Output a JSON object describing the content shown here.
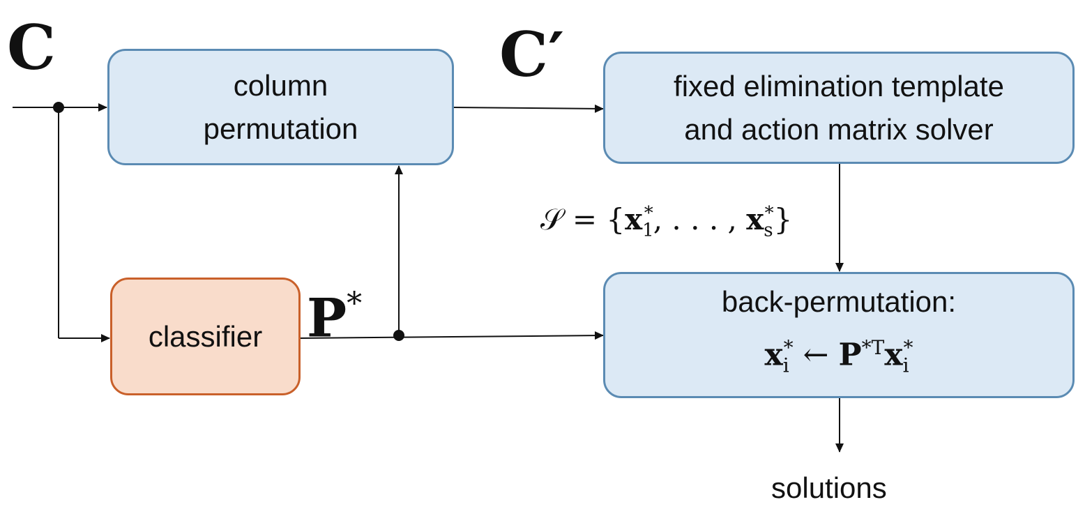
{
  "inputs": {
    "c_symbol": "C",
    "c_prime_symbol": "C′",
    "p_star_symbol": "P",
    "p_star_superscript": "*"
  },
  "boxes": {
    "column_permutation": {
      "line1": "column",
      "line2": "permutation"
    },
    "classifier": {
      "label": "classifier"
    },
    "solver": {
      "line1": "fixed elimination template",
      "line2": "and action matrix solver"
    },
    "back_permutation": {
      "title": "back-permutation:",
      "equation": {
        "lhs_var": "x",
        "sub": "i",
        "sup": "*",
        "arrow": "←",
        "mid": "P",
        "mid_sup": "*T",
        "rhs_var": "x",
        "rhs_sub": "i",
        "rhs_sup": "*"
      }
    }
  },
  "solution_set": {
    "lhs": "𝒮 = {",
    "var": "x",
    "first_sub": "1",
    "star": "*",
    "dots": ", . . . , ",
    "last_sub": "s",
    "close": "}"
  },
  "output": {
    "label": "solutions"
  },
  "colors": {
    "blue_fill": "#dce9f5",
    "blue_border": "#5b8bb3",
    "orange_fill": "#f9dccb",
    "orange_border": "#c9602a",
    "line": "#111111"
  }
}
